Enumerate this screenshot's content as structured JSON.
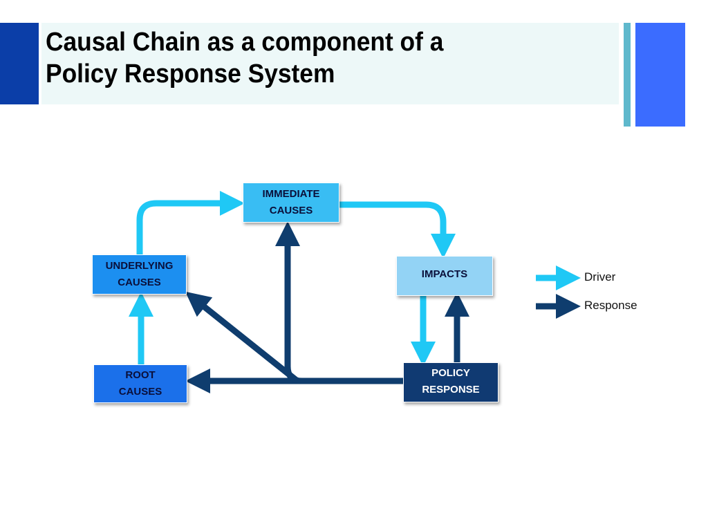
{
  "slide": {
    "title": "Causal Chain as a component of a\nPolicy Response System"
  },
  "colors": {
    "driver": "#1fc8f5",
    "response": "#0f3d6e",
    "accent_dark": "#0b3ea8",
    "accent_bright": "#3b6cff",
    "accent_teal": "#5fb8cc",
    "title_band": "#edf8f8"
  },
  "nodes": {
    "immediate_causes": "IMMEDIATE\nCAUSES",
    "underlying_causes": "UNDERLYING\nCAUSES",
    "impacts": "IMPACTS",
    "root_causes": "ROOT\nCAUSES",
    "policy_response": "POLICY\nRESPONSE"
  },
  "legend": {
    "driver_label": "Driver",
    "response_label": "Response"
  }
}
